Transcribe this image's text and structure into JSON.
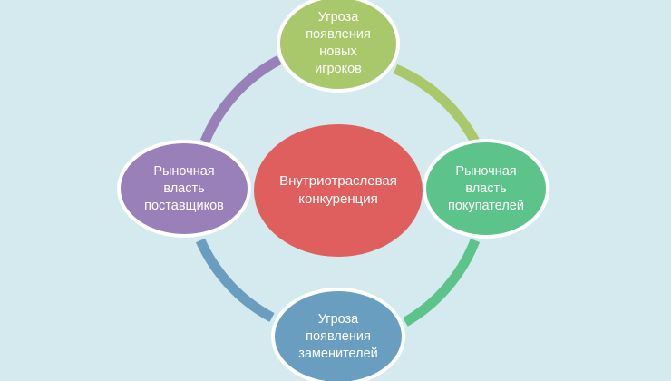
{
  "diagram": {
    "center": {
      "label": "Внутриотраслевая\nконкуренция",
      "color": "#df5f5f"
    },
    "nodes": [
      {
        "id": "top",
        "label": "Угроза\nпоявления\nновых\nигроков",
        "color": "#a9c76b"
      },
      {
        "id": "right",
        "label": "Рыночная\nвласть\nпокупателей",
        "color": "#5cc48a"
      },
      {
        "id": "bottom",
        "label": "Угроза\nпоявления\nзаменителей",
        "color": "#6a9ec0"
      },
      {
        "id": "left",
        "label": "Рыночная\nвласть\nпоставщиков",
        "color": "#9a80b9"
      }
    ],
    "ring_arcs": [
      {
        "from": "top",
        "to": "right",
        "color": "#a9c76b"
      },
      {
        "from": "right",
        "to": "bottom",
        "color": "#5cc48a"
      },
      {
        "from": "bottom",
        "to": "left",
        "color": "#6a9ec0"
      },
      {
        "from": "left",
        "to": "top",
        "color": "#9a80b9"
      }
    ],
    "background": "#d4eaee"
  }
}
